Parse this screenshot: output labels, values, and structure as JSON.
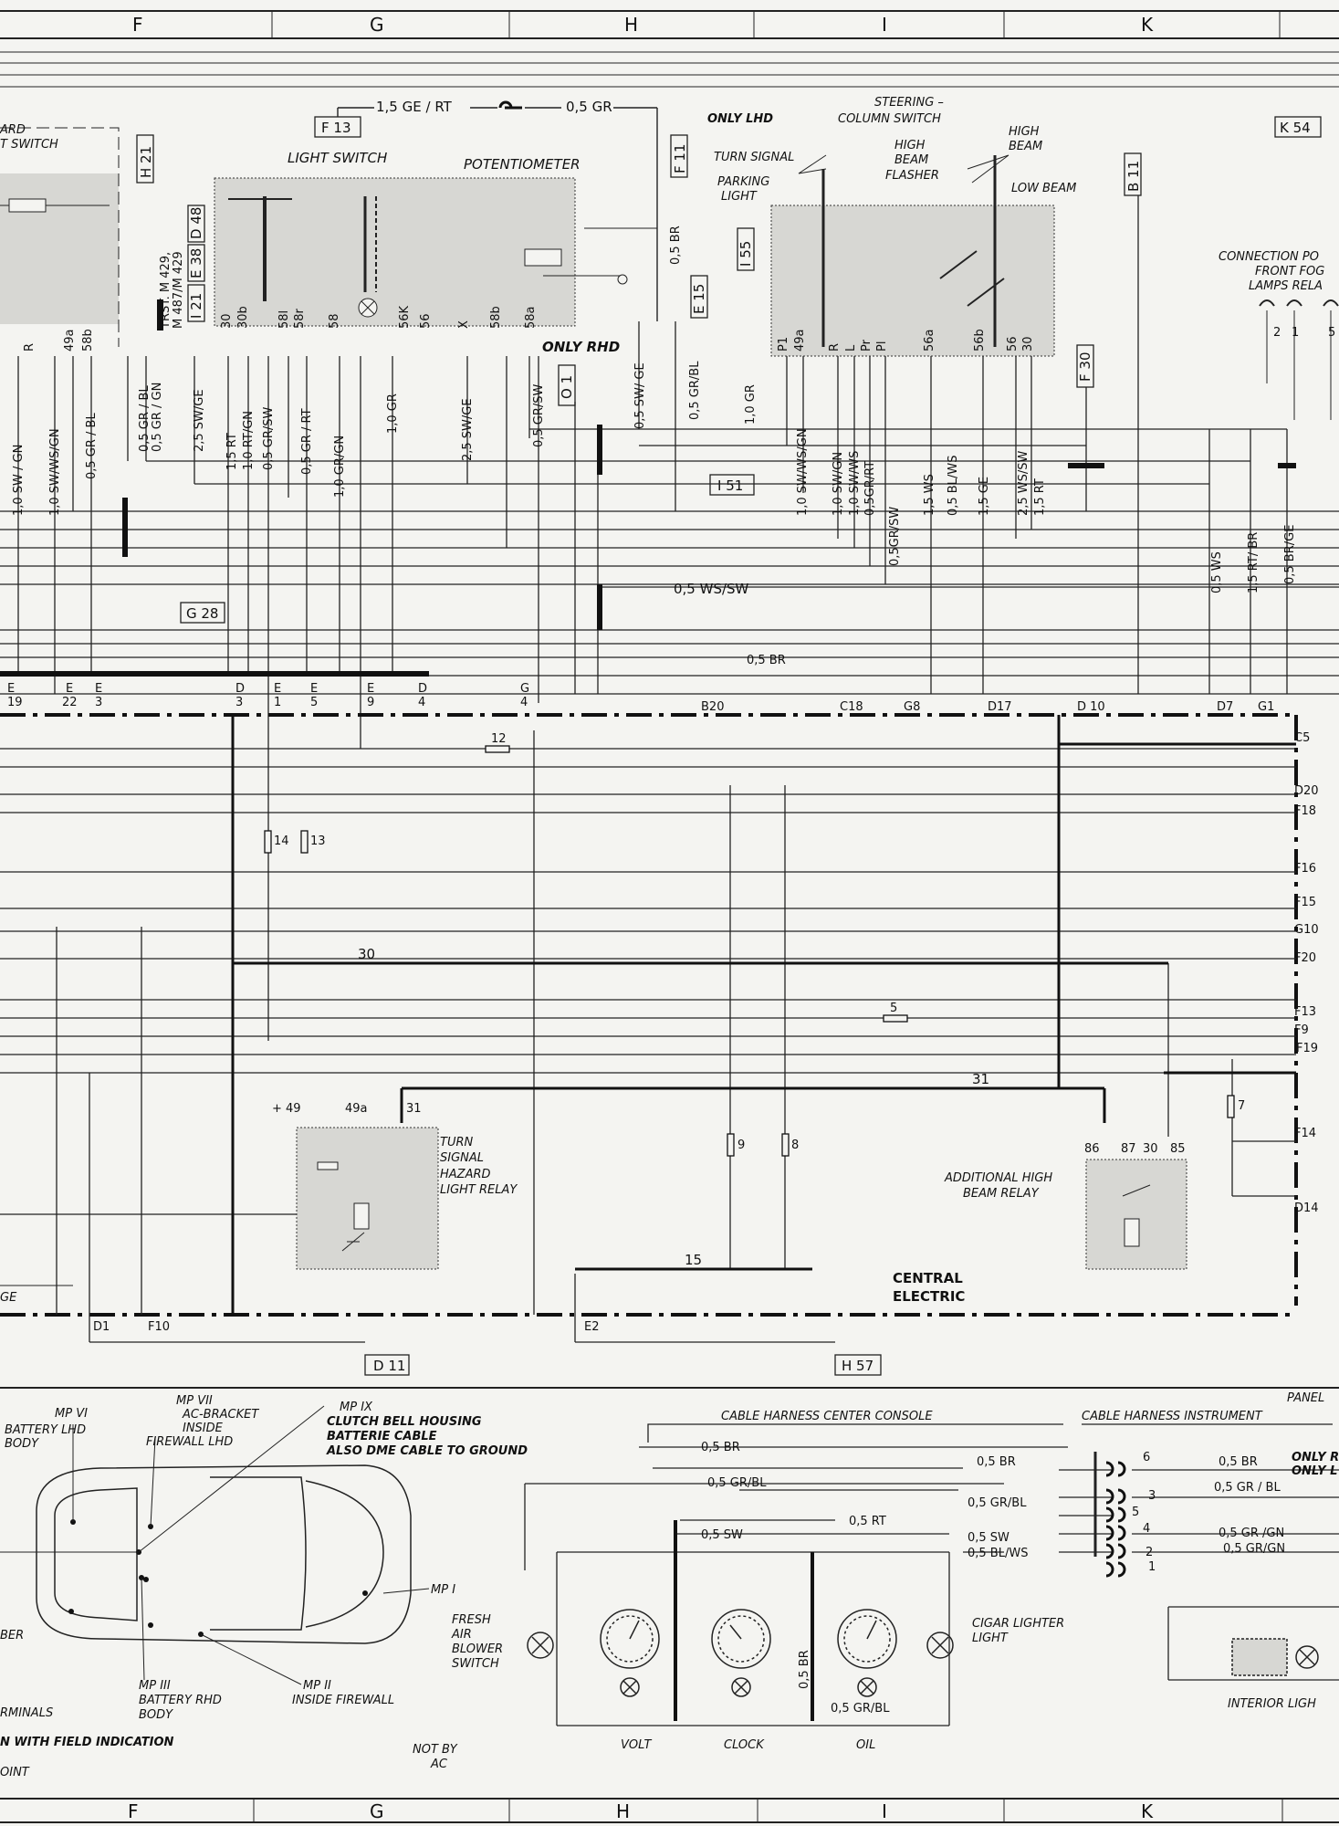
{
  "column_letters": [
    "F",
    "G",
    "H",
    "I",
    "K"
  ],
  "components": {
    "hazard_switch": [
      "ARD",
      "T SWITCH"
    ],
    "light_switch": "LIGHT SWITCH",
    "potentiometer": "POTENTIOMETER",
    "steering_column_switch": [
      "STEERING –",
      "COLUMN SWITCH"
    ],
    "only_lhd": "ONLY LHD",
    "only_rhd": "ONLY RHD",
    "turn_signal": "TURN SIGNAL",
    "parking_light": [
      "PARKING",
      "LIGHT"
    ],
    "high_beam_flasher": [
      "HIGH",
      "BEAM",
      "FLASHER"
    ],
    "high_beam": [
      "HIGH",
      "BEAM"
    ],
    "low_beam": "LOW  BEAM",
    "fog_relay": [
      "CONNECTION PO",
      "FRONT FOG",
      "LAMPS RELA"
    ],
    "turn_signal_relay": [
      "TURN",
      "SIGNAL",
      "HAZARD",
      "LIGHT RELAY"
    ],
    "high_beam_relay": [
      "ADDITIONAL HIGH",
      "BEAM  RELAY"
    ],
    "central_electric": [
      "CENTRAL",
      "ELECTRIC"
    ],
    "trst_note": [
      "TRST. M 429,",
      "M 487/M 429"
    ]
  },
  "connectors": {
    "h21": "H 21",
    "f13": "F 13",
    "f11": "F 11",
    "b11": "B 11",
    "k54": "K 54",
    "d48": "D 48",
    "e38": "E 38",
    "i21": "I 21",
    "i55": "I 55",
    "e15": "E 15",
    "o1": "O 1",
    "f30": "F 30",
    "i51": "I 51",
    "g28": "G 28",
    "d11": "D 11",
    "h57": "H 57"
  },
  "wires": {
    "top_ge_rt": "1,5 GE / RT",
    "top_gr": "0,5 GR",
    "sw_gn": "1,0 SW / GN",
    "sw_ws_gn": "1,0 SW/WS/GN",
    "gr_bl": "0,5 GR / BL",
    "gr_bl2": "0,5 GR / BL",
    "gr_gn": "0,5 GR / GN",
    "sw_ge": "2,5 SW/GE",
    "rt": "1,5 RT",
    "rt_gn": "1,0 RT/GN",
    "gr_sw": "0,5 GR/SW",
    "gr_rt": "0,5 GR / RT",
    "gr_gn2": "1,0 GR/GN",
    "gr10": "1,0 GR",
    "sw_ge25": "2,5 SW/GE",
    "gr_sw2": "0,5 GR/SW",
    "sw_ge05": "0,5 SW/ GE",
    "br05": "0,5 BR",
    "gr_bl3": "0,5 GR/BL",
    "gr_10b": "1,0 GR",
    "sw_ws_gn2": "1,0 SW/WS/GN",
    "sw_gn2": "1,0 SW/GN",
    "sw_ws": "1,0 SW/WS",
    "gr_rt2": "0,5GR/RT",
    "gr_sw3": "0,5GR/SW",
    "ws15": "1,5 WS",
    "bl_ws": "0,5 BL/WS",
    "ge15": "1,5 GE",
    "ws_sw25": "2,5 WS/SW",
    "rt15": "1,5 RT",
    "ws05": "0,5 WS",
    "rt_br": "1,5 RT/ BR",
    "br_ge": "0,5 BR/GE",
    "ws_sw": "0,5 WS/SW",
    "br_mid": "0,5 BR"
  },
  "terminals": {
    "light_switch": [
      "30",
      "30b",
      "58l",
      "58r",
      "58",
      "56K",
      "56",
      "X",
      "58b",
      "58a"
    ],
    "hazard": [
      "R",
      "49a",
      "58b"
    ],
    "steering": [
      "P1",
      "49a",
      "R",
      "L",
      "Pr",
      "Pl",
      "56a",
      "56b",
      "56",
      "30"
    ],
    "fog": [
      "2",
      "1",
      "5"
    ],
    "turn_relay": [
      "+ 49",
      "49a",
      "31"
    ],
    "hb_relay": [
      "86",
      "87",
      "30",
      "85"
    ]
  },
  "bus_points": {
    "e19": [
      "E",
      "19"
    ],
    "e22": [
      "E",
      "22"
    ],
    "e3": [
      "E",
      "3"
    ],
    "d3": [
      "D",
      "3"
    ],
    "e1": [
      "E",
      "1"
    ],
    "e5": [
      "E",
      "5"
    ],
    "e9": [
      "E",
      "9"
    ],
    "d4": [
      "D",
      "4"
    ],
    "g4": [
      "G",
      "4"
    ],
    "b20": "B20",
    "c18": "C18",
    "g8": "G8",
    "d17": "D17",
    "d10": "D 10",
    "d7": "D7",
    "g1": "G1"
  },
  "right_points": [
    "C5",
    "D20",
    "F18",
    "F16",
    "F15",
    "G10",
    "F20",
    "F13",
    "F9",
    "F19",
    "F14",
    "D14"
  ],
  "fuses": [
    "12",
    "14",
    "13",
    "5",
    "9",
    "8",
    "7"
  ],
  "circuit_nums": {
    "c30": "30",
    "c31": "31",
    "c15": "15"
  },
  "bottom_points": {
    "d1": "D1",
    "f10": "F10",
    "e2": "E2",
    "ge": "GE"
  },
  "car": {
    "mp6": [
      "MP VI",
      "BATTERY LHD",
      "BODY"
    ],
    "mp7": [
      "MP VII",
      "AC-BRACKET",
      "INSIDE",
      "FIREWALL LHD"
    ],
    "mp9": [
      "MP IX",
      "CLUTCH BELL HOUSING",
      "BATTERIE CABLE",
      "ALSO DME CABLE TO GROUND"
    ],
    "mp1": "MP I",
    "mp3": [
      "MP III",
      "BATTERY RHD",
      "BODY"
    ],
    "mp2": [
      "MP II",
      "INSIDE FIREWALL"
    ],
    "left": [
      "BER",
      "RMINALS",
      "N WITH FIELD INDICATION",
      "OINT"
    ]
  },
  "console": {
    "harness_center": "CABLE HARNESS  CENTER CONSOLE",
    "harness_instrument": "CABLE HARNESS  INSTRUMENT",
    "panel": "PANEL",
    "fresh_air": [
      "FRESH",
      "AIR",
      "BLOWER",
      "SWITCH"
    ],
    "not_by_ac": [
      "NOT BY",
      "AC"
    ],
    "volt": "VOLT",
    "clock": "CLOCK",
    "oil": "OIL",
    "cigar": [
      "CIGAR LIGHTER",
      "LIGHT"
    ],
    "interior": "INTERIOR LIGH",
    "only_r1": "ONLY R",
    "only_r2": "ONLY L",
    "w_br": "0,5 BR",
    "w_grbl": "0,5 GR/BL",
    "w_rt": "0,5 RT",
    "w_sw": "0,5 SW",
    "w_br2": "0,5 BR",
    "w_grbl2": "0,5 GR/BL",
    "w_sw2": "0,5 SW",
    "w_blws": "0,5 BL/WS",
    "w_vbr": "0,5 BR",
    "w_grbl3": "0,5 GR/BL",
    "r_br": "0,5 BR",
    "r_grbl": "0,5 GR / BL",
    "r_grgn": "0,5 GR /GN",
    "r_grgn2": "0,5 GR/GN",
    "pins": [
      "6",
      "3",
      "5",
      "4",
      "2",
      "1"
    ]
  }
}
